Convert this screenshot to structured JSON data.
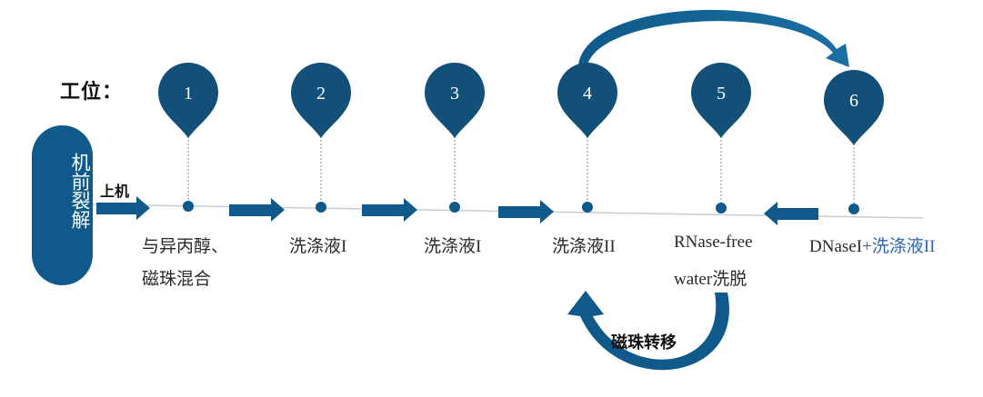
{
  "header": {
    "station_label": "工位："
  },
  "pre_step": {
    "label": "机前裂解",
    "load_label": "上机"
  },
  "stations": [
    {
      "number": "1",
      "label_line1": "与异丙醇、",
      "label_line2": "磁珠混合"
    },
    {
      "number": "2",
      "label_line1": "洗涤液I",
      "label_line2": ""
    },
    {
      "number": "3",
      "label_line1": "洗涤液I",
      "label_line2": ""
    },
    {
      "number": "4",
      "label_line1": "洗涤液II",
      "label_line2": ""
    },
    {
      "number": "5",
      "label_line1": "RNase-free",
      "label_line2": "water洗脱"
    },
    {
      "number": "6",
      "label_line1": "DNaseI",
      "label_line1_extra": "+洗涤液II",
      "label_line2": ""
    }
  ],
  "transfer": {
    "label": "磁珠转移"
  },
  "colors": {
    "primary": "#0f5a8a",
    "marker": "#12507a",
    "accent_text": "#2e66b0",
    "timeline": "#c9ced6"
  }
}
